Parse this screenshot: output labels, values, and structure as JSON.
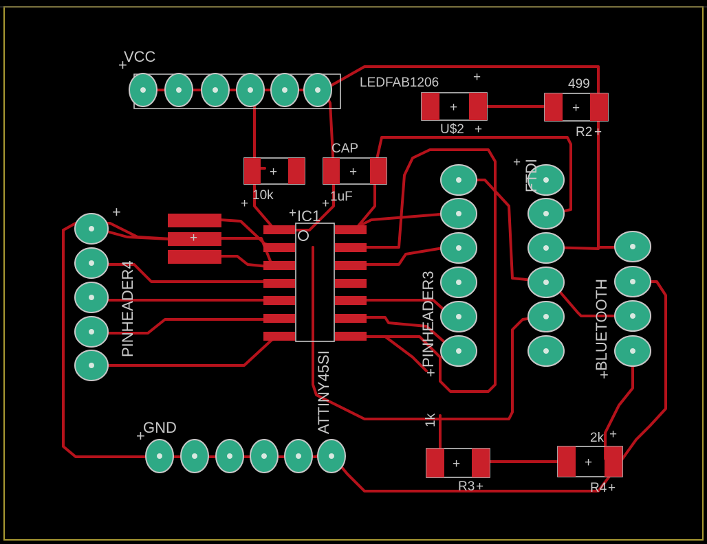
{
  "canvas": {
    "background": "#000000",
    "frame_color": "#a99a32"
  },
  "colors": {
    "trace": "#b5121b",
    "pad": "#2ea985",
    "smd": "#c9202a",
    "silk": "#c8c8c8"
  },
  "labels": {
    "vcc": "VCC",
    "gnd": "GND",
    "ic1": "IC1",
    "attiny": "ATTINY45SI",
    "pinheader4": "PINHEADER4",
    "pinheader3": "PINHEADER3",
    "bluetooth": "BLUETOOTH",
    "ftdi": "FTDI",
    "led": "LEDFAB1206",
    "us2": "U$2",
    "r2_value": "499",
    "r2": "R2",
    "cap": "CAP",
    "cap_value": "1uF",
    "res10k": "10k",
    "r3_value": "1k",
    "r3": "R3",
    "r4_value": "2k",
    "r4": "R4"
  }
}
